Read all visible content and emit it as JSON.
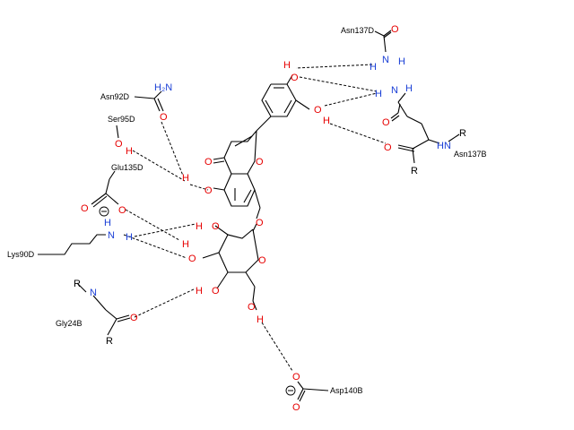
{
  "colors": {
    "oxygen": "#e60000",
    "nitrogen": "#1a3fd6",
    "hydrogen": "#e60000",
    "bond": "#000000"
  },
  "residues": {
    "asn137d": "Asn137D",
    "asn92d": "Asn92D",
    "ser95d": "Ser95D",
    "glu135d": "Glu135D",
    "lys90d": "Lys90D",
    "gly24b": "Gly24B",
    "asn137b": "Asn137B",
    "asp140b": "Asp140B"
  },
  "atoms": {
    "O": "O",
    "H": "H",
    "N": "N",
    "HN": "HN",
    "NH": "NH",
    "H2N": "H₂N",
    "R": "R",
    "minus": "−"
  }
}
